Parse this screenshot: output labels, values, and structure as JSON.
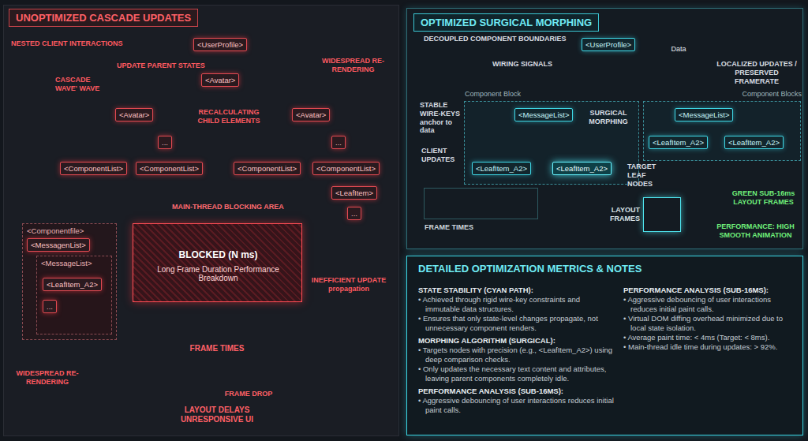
{
  "diagram": {
    "nodes": [
      {
        "text": [
          "UNOPTIMIZED CASCADE UPDATES"
        ]
      },
      {
        "text": [
          "<UserProfile>"
        ],
        "in": 0
      },
      {
        "text": [
          "<Avatar>"
        ],
        "in": 0
      },
      {
        "text": [
          "<Avatar>"
        ],
        "in": 0
      },
      {
        "text": [
          "<Avatar>"
        ],
        "in": 0
      },
      {
        "text": [
          "..."
        ],
        "in": 0
      },
      {
        "text": [
          "..."
        ],
        "in": 0
      },
      {
        "text": [
          "<ComponentList>"
        ],
        "in": 0
      },
      {
        "text": [
          "<ComponentList>"
        ],
        "in": 0
      },
      {
        "text": [
          "<ComponentList>"
        ],
        "in": 0
      },
      {
        "text": [
          "<ComponentList>"
        ],
        "in": 0
      },
      {
        "text": [
          "<LeafItem>"
        ],
        "in": 0
      },
      {
        "text": [
          "..."
        ],
        "in": 0
      },
      {
        "text": [
          "<Componentfile>"
        ],
        "in": 0
      },
      {
        "text": [
          "<MessagenList>"
        ],
        "in": 13
      },
      {
        "text": [
          "<MessageList>"
        ],
        "in": 13
      },
      {
        "text": [
          "<LeafItem_A2>"
        ],
        "in": 15
      },
      {
        "text": [
          "..."
        ],
        "in": 15
      },
      {
        "text": [
          "MAIN-THREAD BLOCKING AREA",
          "BLOCKED (N ms)",
          "Long Frame Duration Performance Breakdown"
        ],
        "in": 0
      },
      {
        "text": [
          "FRAME TIMES",
          "FRAME DROP",
          "LAYOUT DELAYS UNRESPONSIVE UI"
        ],
        "in": 0
      },
      {
        "text": [
          "OPTIMIZED SURGICAL MORPHING"
        ]
      },
      {
        "text": [
          "<UserProfile>"
        ],
        "in": 20
      },
      {
        "text": [
          "Data"
        ],
        "in": 20
      },
      {
        "text": [
          "Component Block"
        ],
        "in": 20
      },
      {
        "text": [
          "<MessageList>"
        ],
        "in": 23
      },
      {
        "text": [
          "<LeafItem_A2>"
        ],
        "in": 23
      },
      {
        "text": [
          "<LeafItem_A2>"
        ],
        "in": 23
      },
      {
        "text": [
          "Component Blocks"
        ],
        "in": 20
      },
      {
        "text": [
          "<MessageList>"
        ],
        "in": 27
      },
      {
        "text": [
          "<LeafItem_A2>"
        ],
        "in": 27
      },
      {
        "text": [
          "<LeafItem_A2>"
        ],
        "in": 27
      },
      {
        "text": [
          "FRAME TIMES"
        ],
        "in": 20
      },
      {
        "text": [
          "LAYOUT FRAMES"
        ],
        "in": 20
      },
      {
        "text": [
          "DETAILED OPTIMIZATION METRICS & NOTES",
          "STATE STABILITY (CYAN PATH):",
          "• Achieved through rigid wire-key constraints and immutable data structures.",
          "• Ensures that only state-level changes propagate, not unnecessary component renders.",
          "MORPHING ALGORITHM (SURGICAL):",
          "• Targets nodes with precision (e.g., <LeafItem_A2>) using deep comparison checks.",
          "• Only updates the necessary text content and attributes, leaving parent components completely idle.",
          "PERFORMANCE ANALYSIS (SUB-16MS):",
          "• Aggressive debouncing of user interactions reduces initial paint calls.",
          "PERFORMANCE ANALYSIS (SUB-16MS):",
          "• Aggressive debouncing of user interactions reduces initial paint calls.",
          "• Virtual DOM diffing overhead minimized due to local state isolation.",
          "• Average paint time: < 4ms (Target: < 8ms).",
          "• Main-thread idle time during updates: > 92%."
        ]
      }
    ],
    "edges": [
      {
        "from": 1,
        "to": 2,
        "arrow": "to"
      },
      {
        "from": 2,
        "to": 3,
        "arrow": "to"
      },
      {
        "from": 2,
        "to": 4,
        "arrow": "to"
      },
      {
        "from": 3,
        "to": 5,
        "arrow": "to"
      },
      {
        "from": 4,
        "to": 6,
        "arrow": "to"
      },
      {
        "from": 5,
        "to": 8,
        "arrow": "to"
      },
      {
        "from": 6,
        "to": 10,
        "arrow": "to"
      },
      {
        "from": 10,
        "to": 11,
        "arrow": "to"
      },
      {
        "from": 7,
        "to": 13,
        "arrow": "to"
      },
      {
        "from": 22,
        "to": 21,
        "arrow": "none"
      },
      {
        "from": 21,
        "to": 24,
        "arrow": "to"
      },
      {
        "from": 21,
        "to": 28,
        "arrow": "to"
      },
      {
        "from": 24,
        "to": 25,
        "arrow": "to"
      },
      {
        "from": 24,
        "to": 26,
        "arrow": "to"
      },
      {
        "from": 24,
        "to": 29,
        "arrow": "to"
      },
      {
        "from": 28,
        "to": 29,
        "arrow": "to"
      },
      {
        "from": 28,
        "to": 30,
        "arrow": "to"
      }
    ],
    "labels": [
      "NESTED CLIENT INTERACTIONS",
      "CASCADE WAVE' WAVE",
      "UPDATE PARENT STATES",
      "RECALCULATING CHILD ELEMENTS",
      "WIDESPREAD RE-RENDERING",
      "INEFFICIENT UPDATE propagation",
      "WIDESPREAD RE-RENDERING",
      "DECOUPLED COMPONENT BOUNDARIES",
      "WIRING SIGNALS",
      "LOCALIZED UPDATES / PRESERVED FRAMERATE",
      "STABLE WIRE-KEYS anchor to data",
      "SURGICAL MORPHING",
      "CLIENT UPDATES",
      "TARGET LEAF NODES",
      "GREEN SUB-16ms LAYOUT FRAMES",
      "PERFORMANCE: HIGH SMOOTH ANIMATION"
    ]
  }
}
